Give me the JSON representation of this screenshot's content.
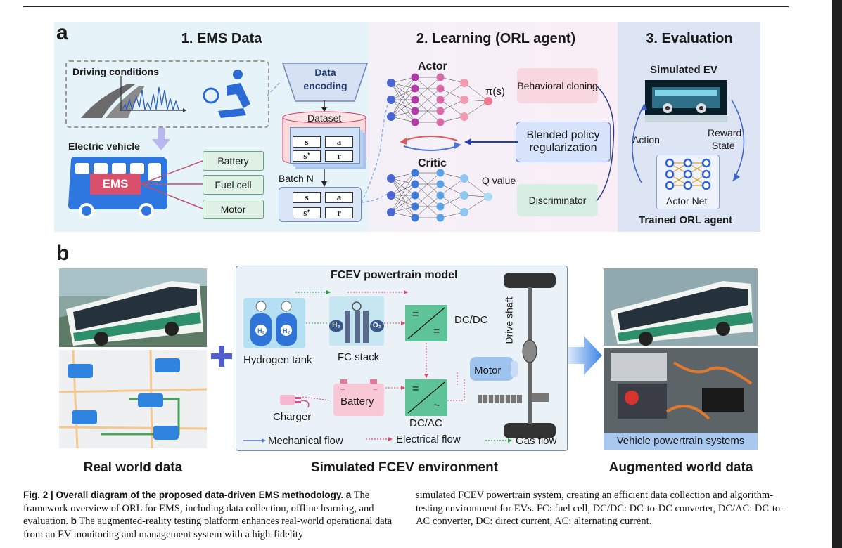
{
  "figure": {
    "panel_a_label": "a",
    "panel_b_label": "b",
    "section1": {
      "title": "1. EMS Data",
      "driving_conditions": "Driving conditions",
      "electric_vehicle": "Electric vehicle",
      "ems": "EMS",
      "components": [
        "Battery",
        "Fuel cell",
        "Motor"
      ],
      "data_encoding": "Data\nencoding",
      "dataset": "Dataset",
      "batch": "Batch N",
      "tuple": {
        "s": "s",
        "a": "a",
        "s2": "s’",
        "r": "r"
      }
    },
    "section2": {
      "title": "2. Learning (ORL agent)",
      "actor": "Actor",
      "critic": "Critic",
      "pi": "π(s)",
      "qvalue": "Q value",
      "behavioral_cloning": "Behavioral cloning",
      "blended": "Blended policy regularization",
      "discriminator": "Discriminator"
    },
    "section3": {
      "title": "3. Evaluation",
      "simulated_ev": "Simulated EV",
      "action": "Action",
      "reward": "Reward",
      "state": "State",
      "actor_net": "Actor Net",
      "trained": "Trained ORL agent"
    },
    "panel_b": {
      "model_title": "FCEV powertrain model",
      "hydrogen_tank": "Hydrogen tank",
      "fc_stack": "FC stack",
      "dcdc": "DC/DC",
      "dcac": "DC/AC",
      "battery": "Battery",
      "charger": "Charger",
      "motor": "Motor",
      "drive_shaft": "Drive shaft",
      "h2": "H₂",
      "o2": "O₂",
      "legend": [
        "Mechanical flow",
        "Electrical flow",
        "Gas flow"
      ],
      "vehicle_powertrain": "Vehicle powertrain systems",
      "real_world": "Real world data",
      "simulated_env": "Simulated FCEV environment",
      "augmented": "Augmented world data"
    },
    "colors": {
      "teal_bg": "#e8f4f8",
      "pink_bg": "#f6eef6",
      "blue_bg": "#dde6f5",
      "accent_blue": "#2f4fc4"
    }
  },
  "caption": {
    "fig_label": "Fig. 2 | Overall diagram of the proposed data-driven EMS methodology.",
    "a_label": "a",
    "a_text": "The framework overview of ORL for EMS, including data collection, offline learning, and evaluation.",
    "b_label": "b",
    "b_text": "The augmented-reality testing platform enhances real-world operational data from an EV monitoring and management system with a high-fidelity",
    "right_text": "simulated FCEV powertrain system, creating an efficient data collection and algorithm-testing environment for EVs. FC: fuel cell, DC/DC: DC-to-DC converter, DC/AC: DC-to-AC converter, DC: direct current, AC: alternating current."
  }
}
